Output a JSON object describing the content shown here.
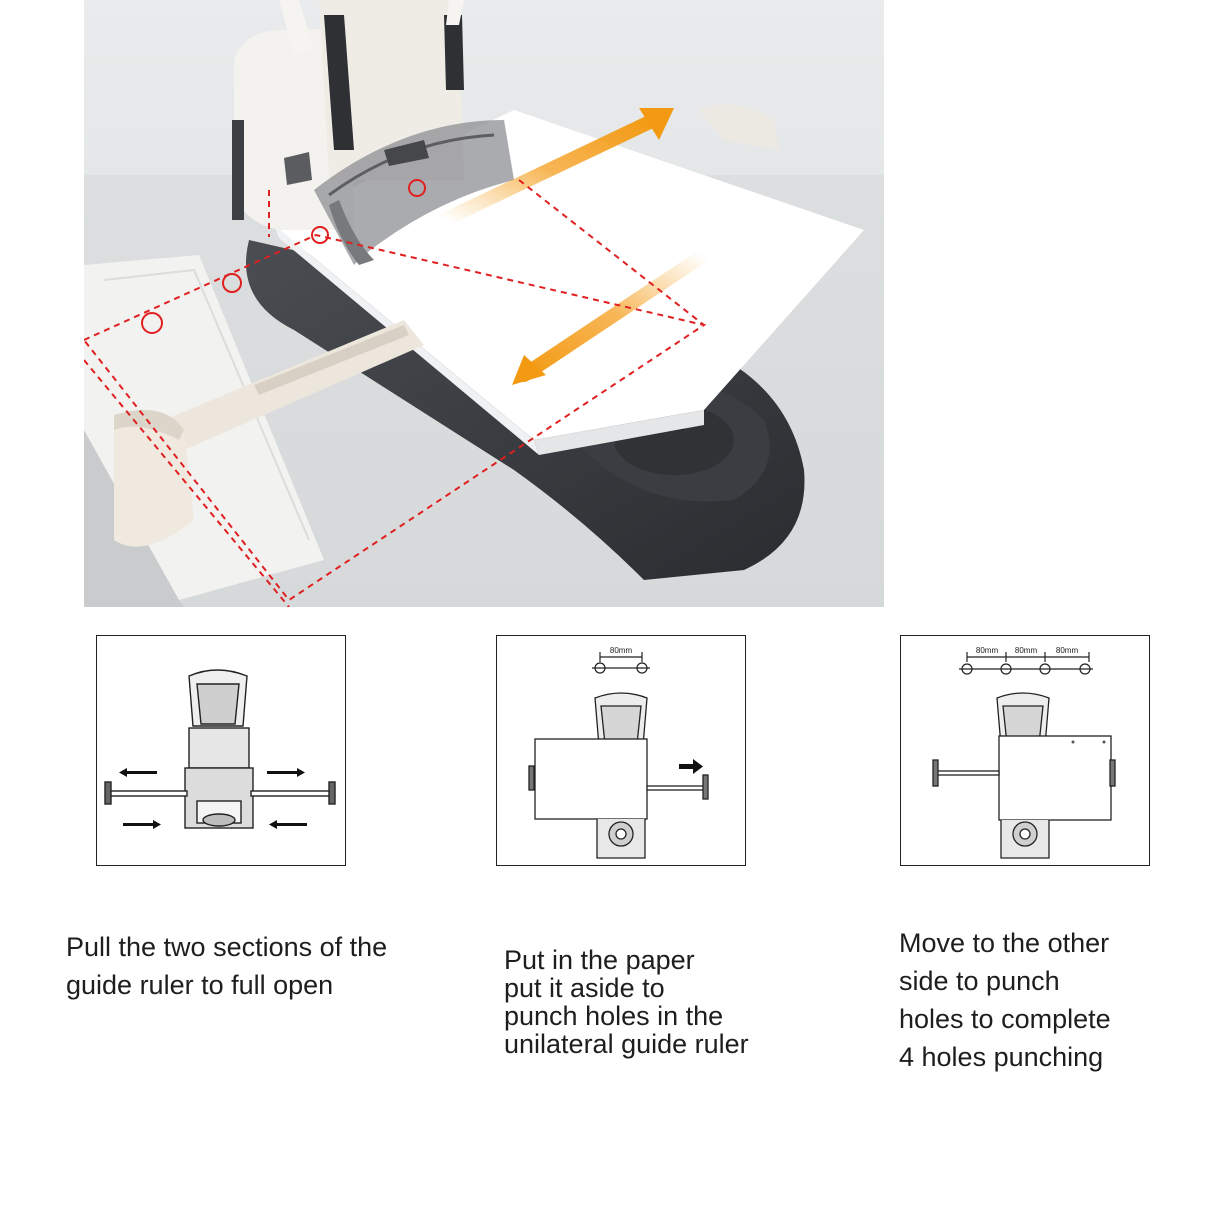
{
  "product": {
    "accent_color": "#f39a12",
    "guide_color": "#e02020"
  },
  "steps": [
    {
      "diagram_label": "",
      "caption": "Pull the two sections of the\nguide ruler to full open"
    },
    {
      "spacing_labels": [
        "80mm"
      ],
      "caption": "Put in the paper\nput it aside to\npunch holes in the\nunilateral guide ruler"
    },
    {
      "spacing_labels": [
        "80mm",
        "80mm",
        "80mm"
      ],
      "caption": "Move to the other\nside to punch\nholes to complete\n4 holes punching"
    }
  ]
}
